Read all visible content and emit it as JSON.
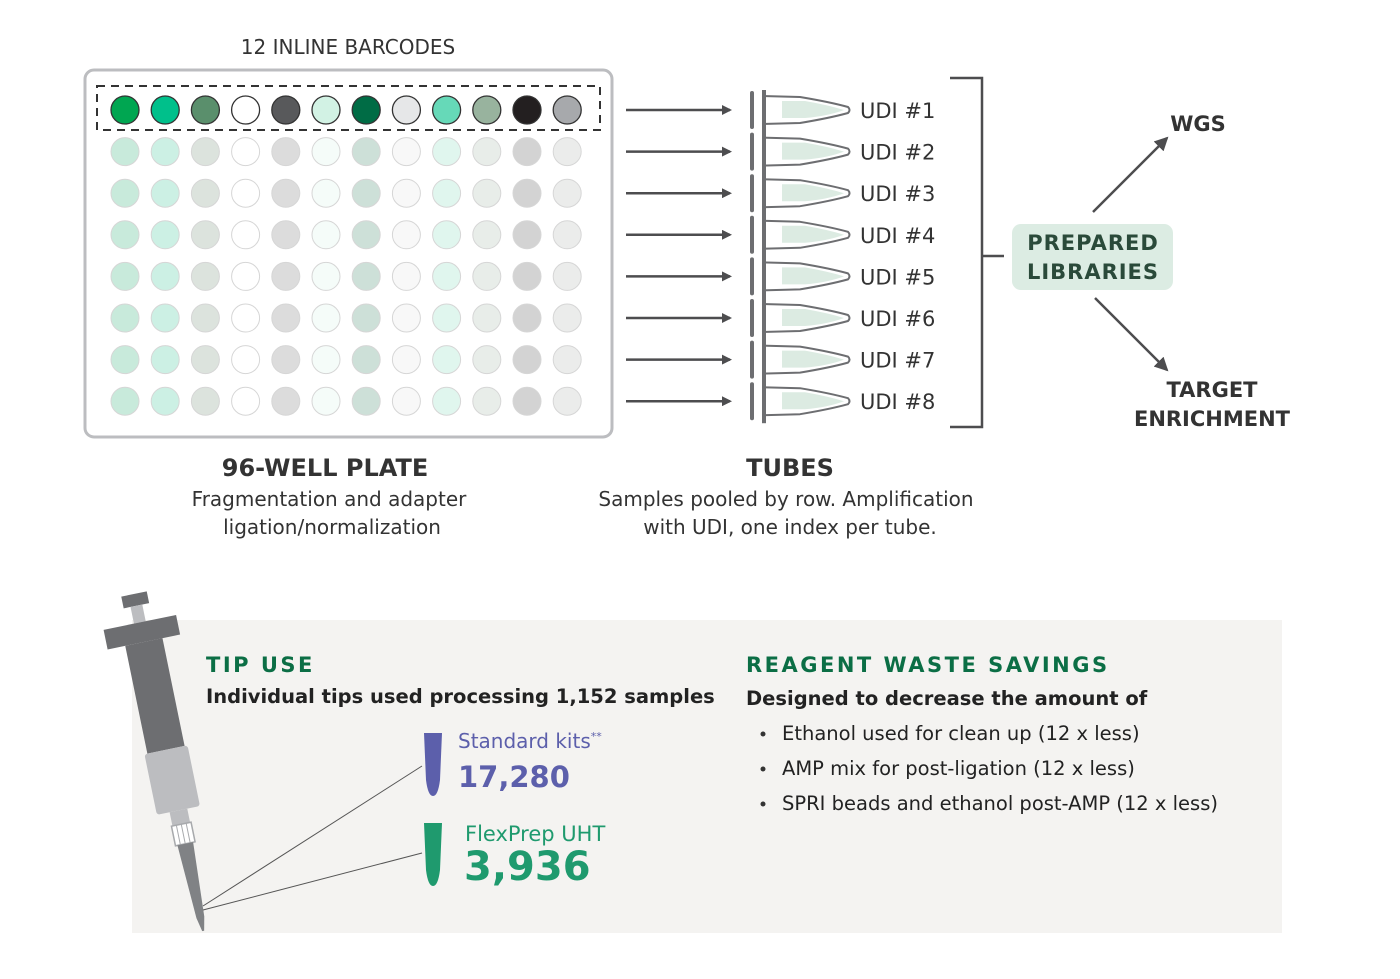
{
  "plate": {
    "barcode_label": "12 INLINE BARCODES",
    "title": "96-WELL PLATE",
    "desc_line1": "Fragmentation and adapter",
    "desc_line2": "ligation/normalization",
    "rows": 8,
    "barcode_colors": [
      "#00a651",
      "#00c08b",
      "#5a8f6c",
      "#ffffff",
      "#58595b",
      "#d2f2e4",
      "#006c45",
      "#e6e7e8",
      "#66d9b8",
      "#98b39e",
      "#231f20",
      "#a7a9ac"
    ],
    "faded_colors": [
      "#c8eadb",
      "#ccf0e4",
      "#dce3dd",
      "#ffffff",
      "#dcdcdc",
      "#f5fcf9",
      "#cde0d8",
      "#f8f8f8",
      "#e0f6ee",
      "#e8ede9",
      "#d3d3d3",
      "#ebeceb"
    ]
  },
  "tubes": {
    "title": "TUBES",
    "desc_line1": "Samples pooled by row. Amplification",
    "desc_line2": "with UDI, one index per tube.",
    "labels": [
      "UDI #1",
      "UDI #2",
      "UDI #3",
      "UDI #4",
      "UDI #5",
      "UDI #6",
      "UDI #7",
      "UDI #8"
    ]
  },
  "libraries": {
    "line1": "PREPARED",
    "line2": "LIBRARIES",
    "wgs": "WGS",
    "target_line1": "TARGET",
    "target_line2": "ENRICHMENT"
  },
  "tip_use": {
    "heading": "TIP USE",
    "subtitle": "Individual tips used processing 1,152 samples",
    "standard_label": "Standard kits",
    "standard_mark": "**",
    "standard_value": "17,280",
    "flexprep_label": "FlexPrep UHT",
    "flexprep_value": "3,936"
  },
  "reagent": {
    "heading": "REAGENT WASTE SAVINGS",
    "subtitle": "Designed to decrease the amount of",
    "bullets": [
      "Ethanol used for clean up (12 x less)",
      "AMP mix for post-ligation (12 x less)",
      "SPRI beads and ethanol post-AMP (12 x less)"
    ]
  },
  "colors": {
    "green_heading": "#0b6e45",
    "purple": "#5c5fab",
    "green_tip": "#1f9a6e",
    "panel_bg": "#f4f3f1",
    "library_bg": "#dcece3"
  }
}
